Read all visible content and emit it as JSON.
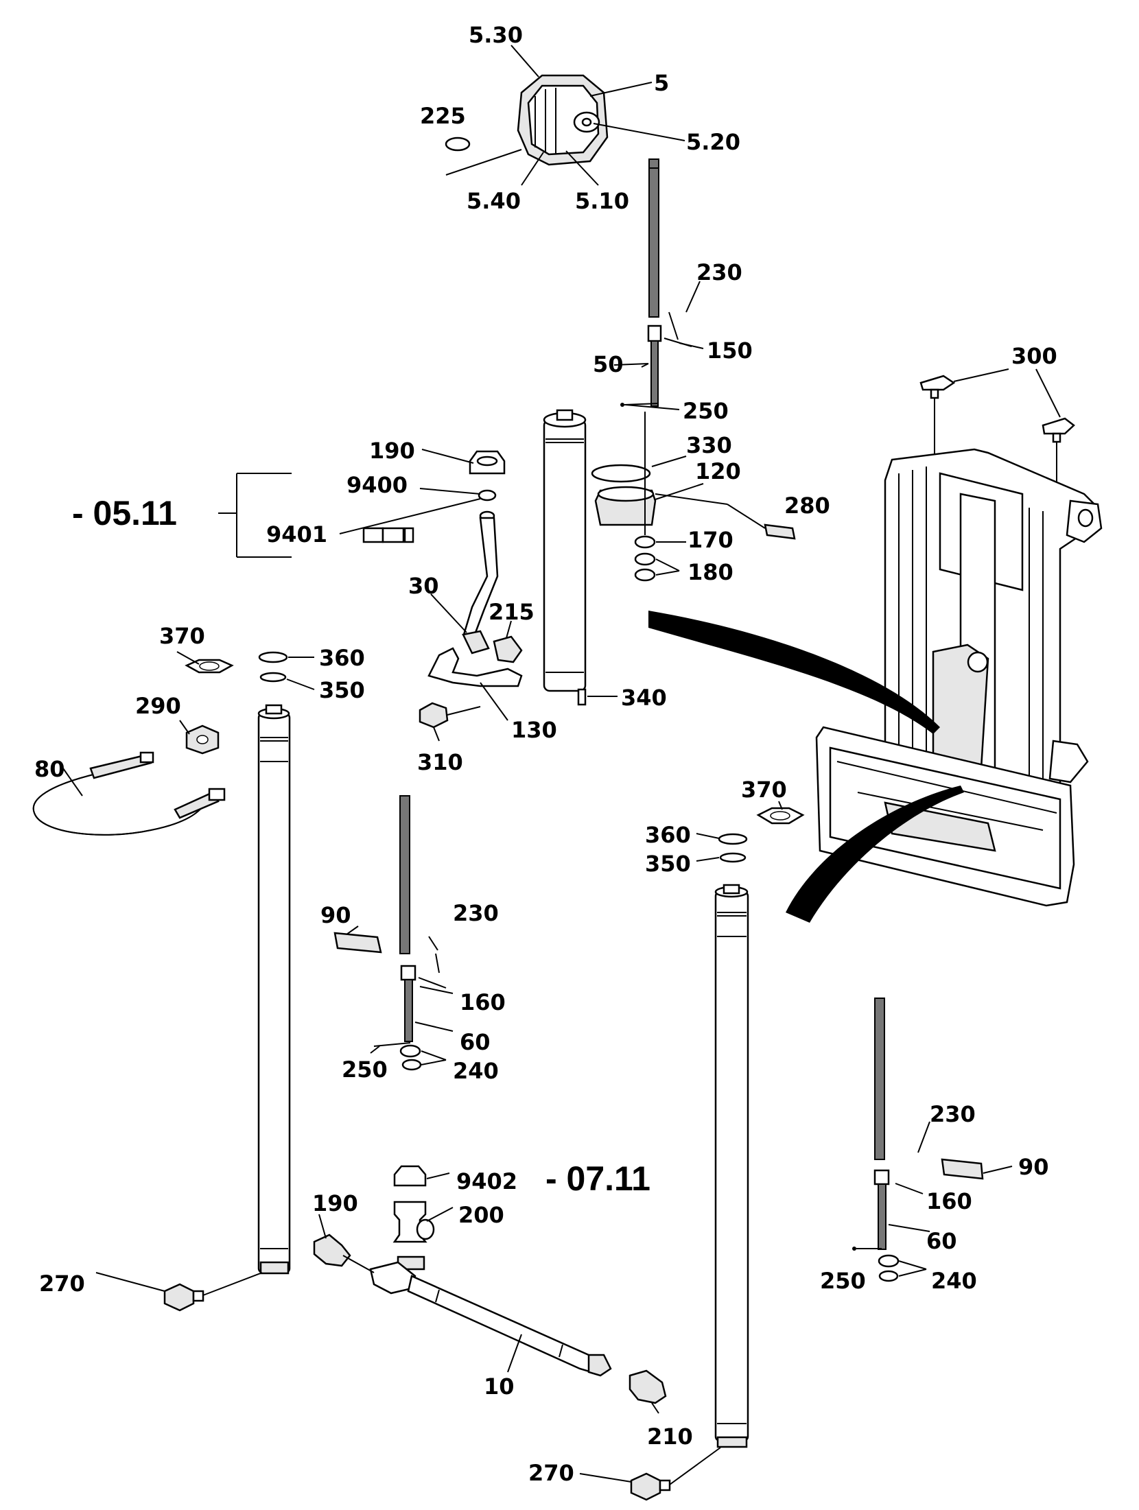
{
  "labels": {
    "l530": "5.30",
    "l5": "5",
    "l225": "225",
    "l520": "5.20",
    "l540": "5.40",
    "l510": "5.10",
    "l230a": "230",
    "l150": "150",
    "l50": "50",
    "l250a": "250",
    "l300": "300",
    "l190a": "190",
    "l330": "330",
    "l120": "120",
    "l280": "280",
    "l9400": "9400",
    "l9401": "9401",
    "l170": "170",
    "l180": "180",
    "l30": "30",
    "l215": "215",
    "l370a": "370",
    "l360a": "360",
    "l350a": "350",
    "l290": "290",
    "l340": "340",
    "l80": "80",
    "l130": "130",
    "l310": "310",
    "l370b": "370",
    "l360b": "360",
    "l350b": "350",
    "l90a": "90",
    "l230b": "230",
    "l160a": "160",
    "l60a": "60",
    "l250b": "250",
    "l240a": "240",
    "l230c": "230",
    "l9402": "9402",
    "l90b": "90",
    "l190b": "190",
    "l200": "200",
    "l160b": "160",
    "l60b": "60",
    "l270a": "270",
    "l250c": "250",
    "l240b": "240",
    "l10": "10",
    "l210": "210",
    "l270b": "270"
  },
  "refs": {
    "r0511": "- 05.11",
    "r0711": "- 07.11"
  },
  "colors": {
    "line": "#000000",
    "background": "#ffffff",
    "shade": "#e6e6e6"
  }
}
